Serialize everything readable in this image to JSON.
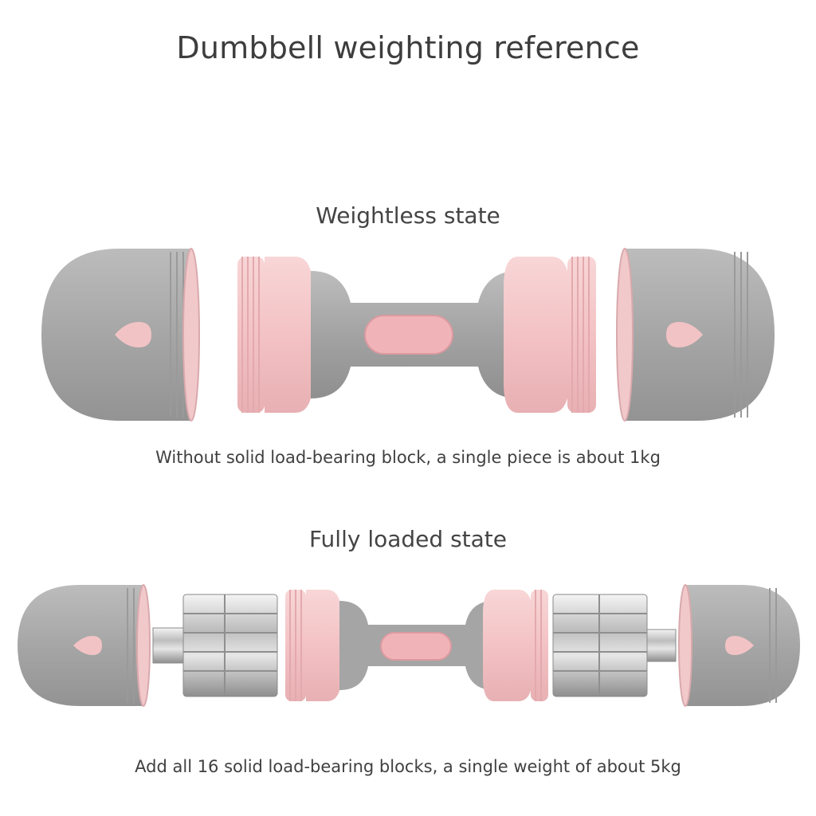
{
  "title": "Dumbbell weighting reference",
  "weightless": {
    "heading": "Weightless state",
    "caption": "Without solid load-bearing block, a single piece is about 1kg"
  },
  "loaded": {
    "heading": "Fully loaded state",
    "caption": "Add all 16 solid load-bearing blocks, a single weight of about 5kg"
  },
  "colors": {
    "gray": "#a9a9a9",
    "pink": "#f4c6c8",
    "steel": "#d6d6d6"
  }
}
